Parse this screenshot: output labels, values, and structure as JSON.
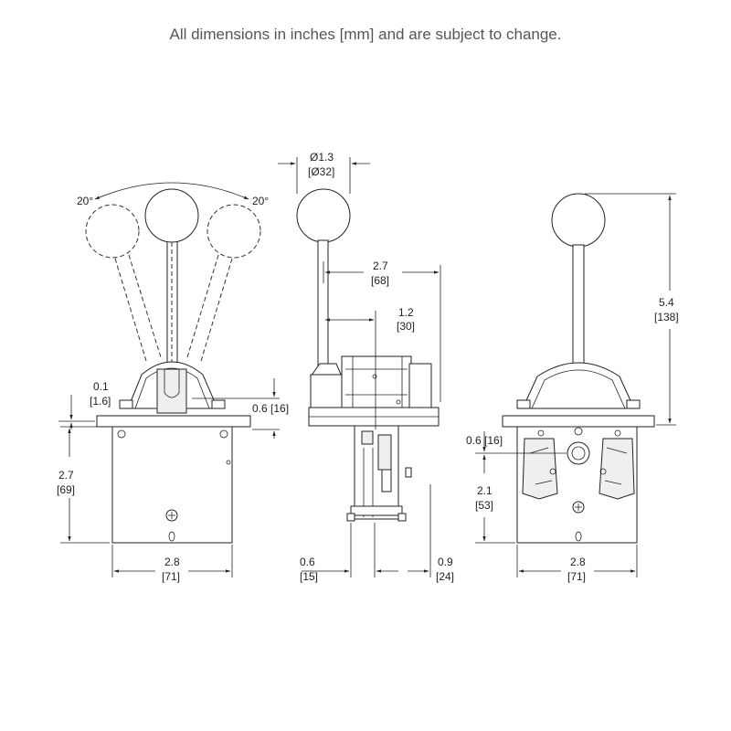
{
  "title": "All dimensions in inches [mm] and are subject to change.",
  "front_view": {
    "angle_left": "20°",
    "angle_right": "20°",
    "offset_in": "0.1",
    "offset_mm": "[1.6]",
    "height_above": "0.6 [16]",
    "depth_in": "2.7",
    "depth_mm": "[69]",
    "width_in": "2.8",
    "width_mm": "[71]"
  },
  "side_view": {
    "knob_dia_in": "Ø1.3",
    "knob_dia_mm": "[Ø32]",
    "len1_in": "2.7",
    "len1_mm": "[68]",
    "len2_in": "1.2",
    "len2_mm": "[30]",
    "bottom_left_in": "0.6",
    "bottom_left_mm": "[15]",
    "bottom_right_in": "0.9",
    "bottom_right_mm": "[24]"
  },
  "rear_view": {
    "height_in": "5.4",
    "height_mm": "[138]",
    "offset": "0.6 [16]",
    "depth_in": "2.1",
    "depth_mm": "[53]",
    "width_in": "2.8",
    "width_mm": "[71]"
  }
}
